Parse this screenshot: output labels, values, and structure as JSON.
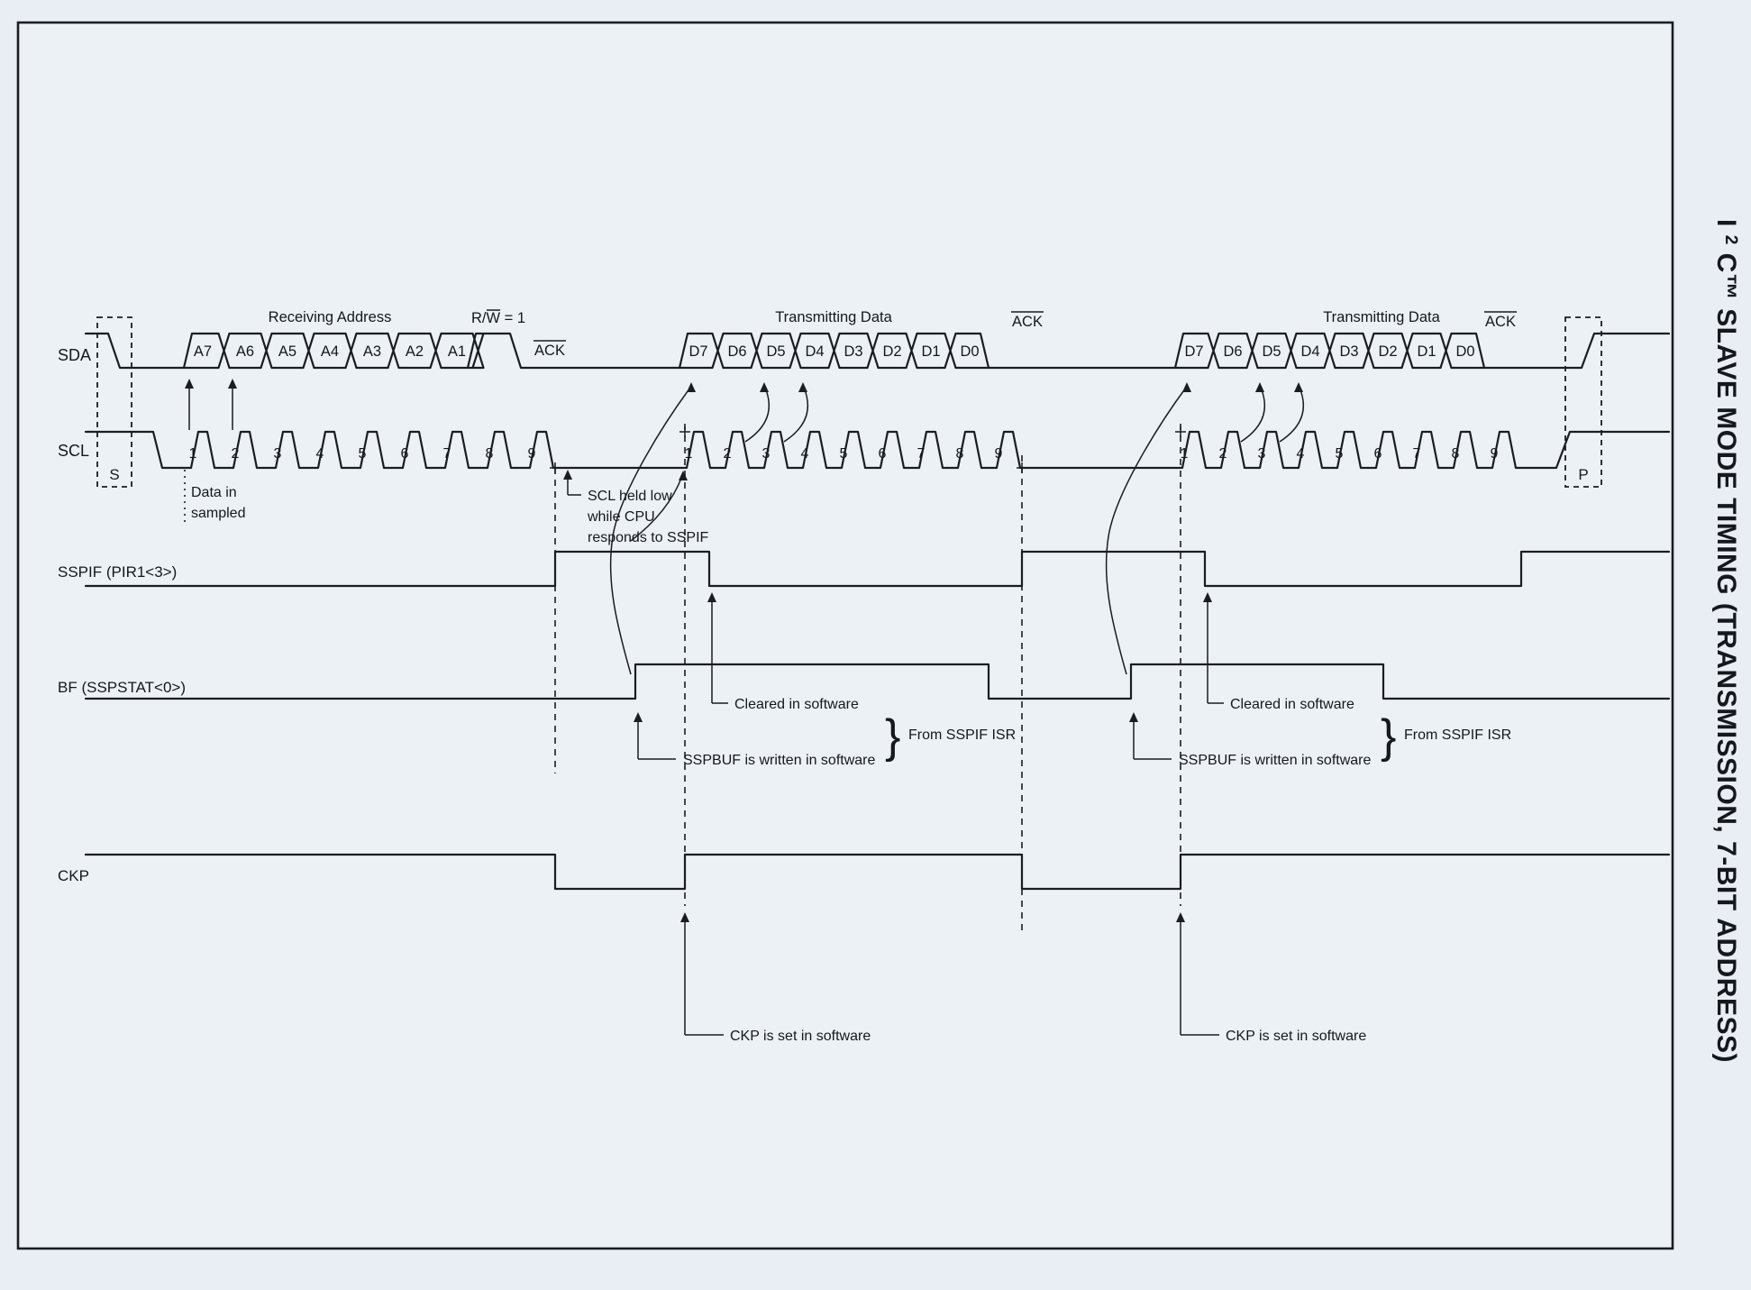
{
  "title": {
    "pre": "I",
    "sup": "2",
    "post": "C™ SLAVE MODE TIMING (TRANSMISSION, 7-BIT ADDRESS)"
  },
  "signals": {
    "sda": "SDA",
    "scl": "SCL",
    "sspif": "SSPIF (PIR1<3>)",
    "bf": "BF (SSPSTAT<0>)",
    "ckp": "CKP"
  },
  "markers": {
    "start": "S",
    "stop": "P"
  },
  "sda": {
    "receiving_address": "Receiving Address",
    "rw_pre": "R/",
    "rw_w": "W",
    "rw_post": " = 1",
    "ack": "ACK",
    "transmitting_data": "Transmitting Data",
    "address_bits": [
      "A7",
      "A6",
      "A5",
      "A4",
      "A3",
      "A2",
      "A1"
    ],
    "data_bits": [
      "D7",
      "D6",
      "D5",
      "D4",
      "D3",
      "D2",
      "D1",
      "D0"
    ]
  },
  "scl": {
    "clock_numbers": [
      "1",
      "2",
      "3",
      "4",
      "5",
      "6",
      "7",
      "8",
      "9"
    ]
  },
  "annotations": {
    "data_in_line1": "Data in",
    "data_in_line2": "sampled",
    "scl_held_line1": "SCL held low",
    "scl_held_line2": "while CPU",
    "scl_held_line3": "responds to SSPIF",
    "cleared": "Cleared in software",
    "sspbuf_written": "SSPBUF is written in software",
    "from_sspif_isr": "From SSPIF ISR",
    "ckp_set": "CKP is set in software",
    "brace": "}"
  }
}
